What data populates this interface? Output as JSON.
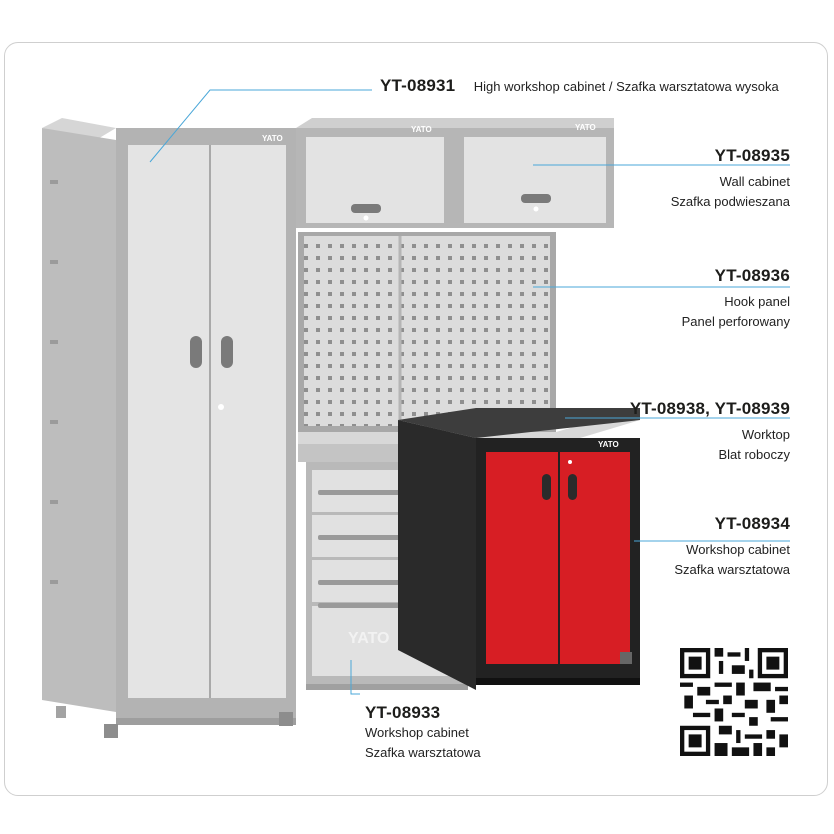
{
  "brand": "YATO",
  "colors": {
    "accent_red": "#d71e24",
    "line_blue": "#4aa7d8",
    "steel_grey": "#b9b9b9",
    "dark": "#2b2b2b"
  },
  "callouts": {
    "high_cabinet": {
      "code": "YT-08931",
      "desc": "High workshop cabinet / Szafka warsztatowa wysoka"
    },
    "wall_cabinet": {
      "code": "YT-08935",
      "desc_en": "Wall cabinet",
      "desc_pl": "Szafka podwieszana"
    },
    "hook_panel": {
      "code": "YT-08936",
      "desc_en": "Hook panel",
      "desc_pl": "Panel perforowany"
    },
    "worktop": {
      "code": "YT-08938, YT-08939",
      "desc_en": "Worktop",
      "desc_pl": "Blat roboczy"
    },
    "workshop_cabinet_red": {
      "code": "YT-08934",
      "desc_en": "Workshop cabinet",
      "desc_pl": "Szafka warsztatowa"
    },
    "workshop_cabinet_drawers": {
      "code": "YT-08933",
      "desc_en": "Workshop cabinet",
      "desc_pl": "Szafka warsztatowa"
    }
  },
  "qr_icon": "qr-code-icon"
}
